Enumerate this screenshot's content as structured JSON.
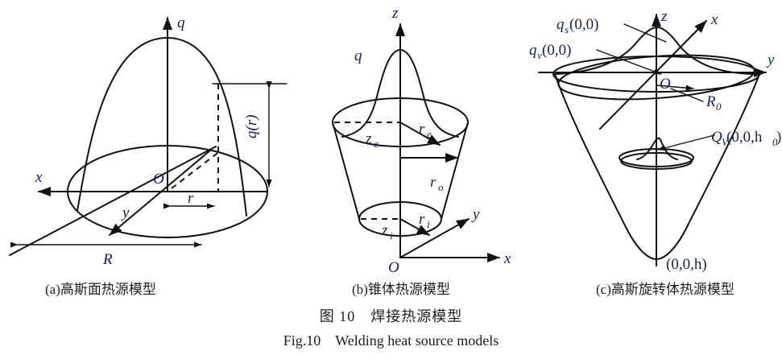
{
  "figure": {
    "caption_cn": "图 10　焊接热源模型",
    "caption_en": "Fig.10　Welding heat source models",
    "text_color": "#1d1d1d",
    "label_color": "#14234a",
    "line_color": "#111111"
  },
  "panels": [
    {
      "id": "a",
      "subcaption": "(a)高斯面热源模型",
      "title": "Gaussian surface heat source model",
      "labels": {
        "q_axis": "q",
        "x_axis": "x",
        "y_axis": "y",
        "origin": "O",
        "radius_r": "r",
        "radius_R": "R",
        "heat_flux": "q(r)"
      }
    },
    {
      "id": "b",
      "subcaption": "(b)锥体热源模型",
      "title": "Conical heat source model",
      "labels": {
        "z_axis": "z",
        "x_axis": "x",
        "y_axis": "y",
        "origin": "O",
        "q_curve": "q",
        "z_top": "z",
        "z_top_sub": "e",
        "z_bottom": "z",
        "z_bottom_sub": "i",
        "r_top": "r",
        "r_top_sub": "e",
        "r_mid": "r",
        "r_mid_sub": "o",
        "r_bottom": "r",
        "r_bottom_sub": "i"
      }
    },
    {
      "id": "c",
      "subcaption": "(c)高斯旋转体热源模型",
      "title": "Gaussian rotary body heat source model",
      "labels": {
        "z_axis": "z",
        "x_axis": "x",
        "y_axis": "y",
        "origin": "O",
        "qs_label": "q",
        "qs_sub": "s",
        "qs_args": "(0,0)",
        "qv_label": "q",
        "qv_sub": "v",
        "qv_args": "(0,0)",
        "R0_label": "R",
        "R0_sub": "0",
        "QV_label": "Q",
        "QV_sub": "V",
        "QV_args": "(0,0,h",
        "QV_args_sub": "0",
        "QV_args_end": ")",
        "depth_point": "(0,0,h)"
      }
    }
  ]
}
